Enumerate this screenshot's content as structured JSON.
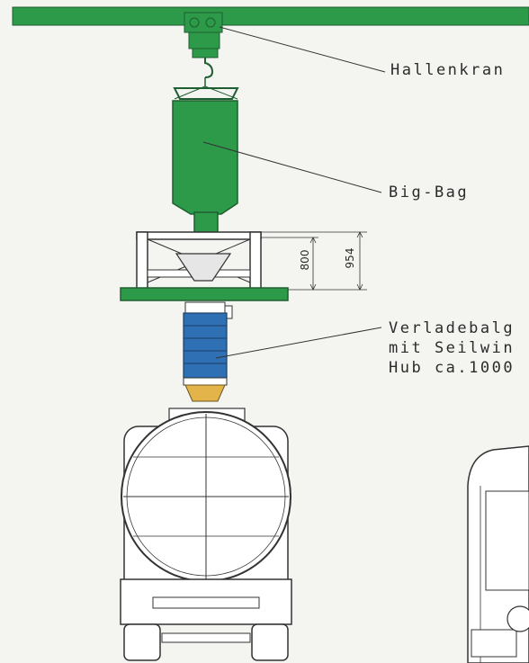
{
  "labels": {
    "crane": "Hallenkran",
    "bigbag": "Big-Bag",
    "bellows_line1": "Verladebalg",
    "bellows_line2": "mit Seilwin",
    "bellows_line3": "Hub ca.1000"
  },
  "dimensions": {
    "inner": "800",
    "outer": "954"
  },
  "colors": {
    "equipment_green": "#2c9a48",
    "bellows_blue": "#2f6fb3",
    "cone_yellow": "#e2b44a",
    "line": "#333333",
    "background": "#f4f5f1"
  }
}
